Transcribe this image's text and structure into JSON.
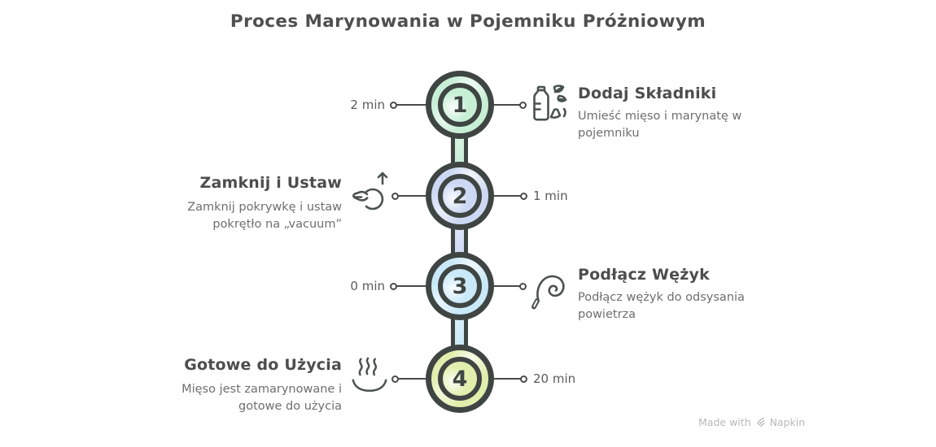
{
  "title": "Proces Marynowania w Pojemniku Próżniowym",
  "colors": {
    "outline": "#3f4543",
    "line": "#4a4a4a",
    "heading_text": "#4d4d4d",
    "body_text": "#6e6e6e",
    "time_text": "#5a5a5a",
    "watermark_text": "#b6b9bc",
    "step1_fill": "#c7efd6",
    "step2_fill": "#cdd9f4",
    "step3_fill": "#c9e9f8",
    "step4_fill": "#e0efad"
  },
  "steps": [
    {
      "number": "1",
      "time": "2 min",
      "title": "Dodaj Składniki",
      "description": "Umieść mięso i marynatę w pojemniku",
      "icon": "ingredients-icon",
      "fill": "#c7efd6"
    },
    {
      "number": "2",
      "time": "1 min",
      "title": "Zamknij i Ustaw",
      "description": "Zamknij pokrywkę i ustaw pokrętło na „vacuum”",
      "icon": "turn-dial-icon",
      "fill": "#cdd9f4"
    },
    {
      "number": "3",
      "time": "0 min",
      "title": "Podłącz Wężyk",
      "description": "Podłącz wężyk do odsysania powietrza",
      "icon": "hose-icon",
      "fill": "#c9e9f8"
    },
    {
      "number": "4",
      "time": "20 min",
      "title": "Gotowe do Użycia",
      "description": "Mięso jest zamarynowane i gotowe do użycia",
      "icon": "steam-icon",
      "fill": "#e0efad"
    }
  ],
  "connectors": [
    {
      "fill": "#c7efd6"
    },
    {
      "fill": "#cdd9f4"
    },
    {
      "fill": "#c9e9f8"
    }
  ],
  "watermark": {
    "prefix": "Made with",
    "brand": "Napkin"
  }
}
